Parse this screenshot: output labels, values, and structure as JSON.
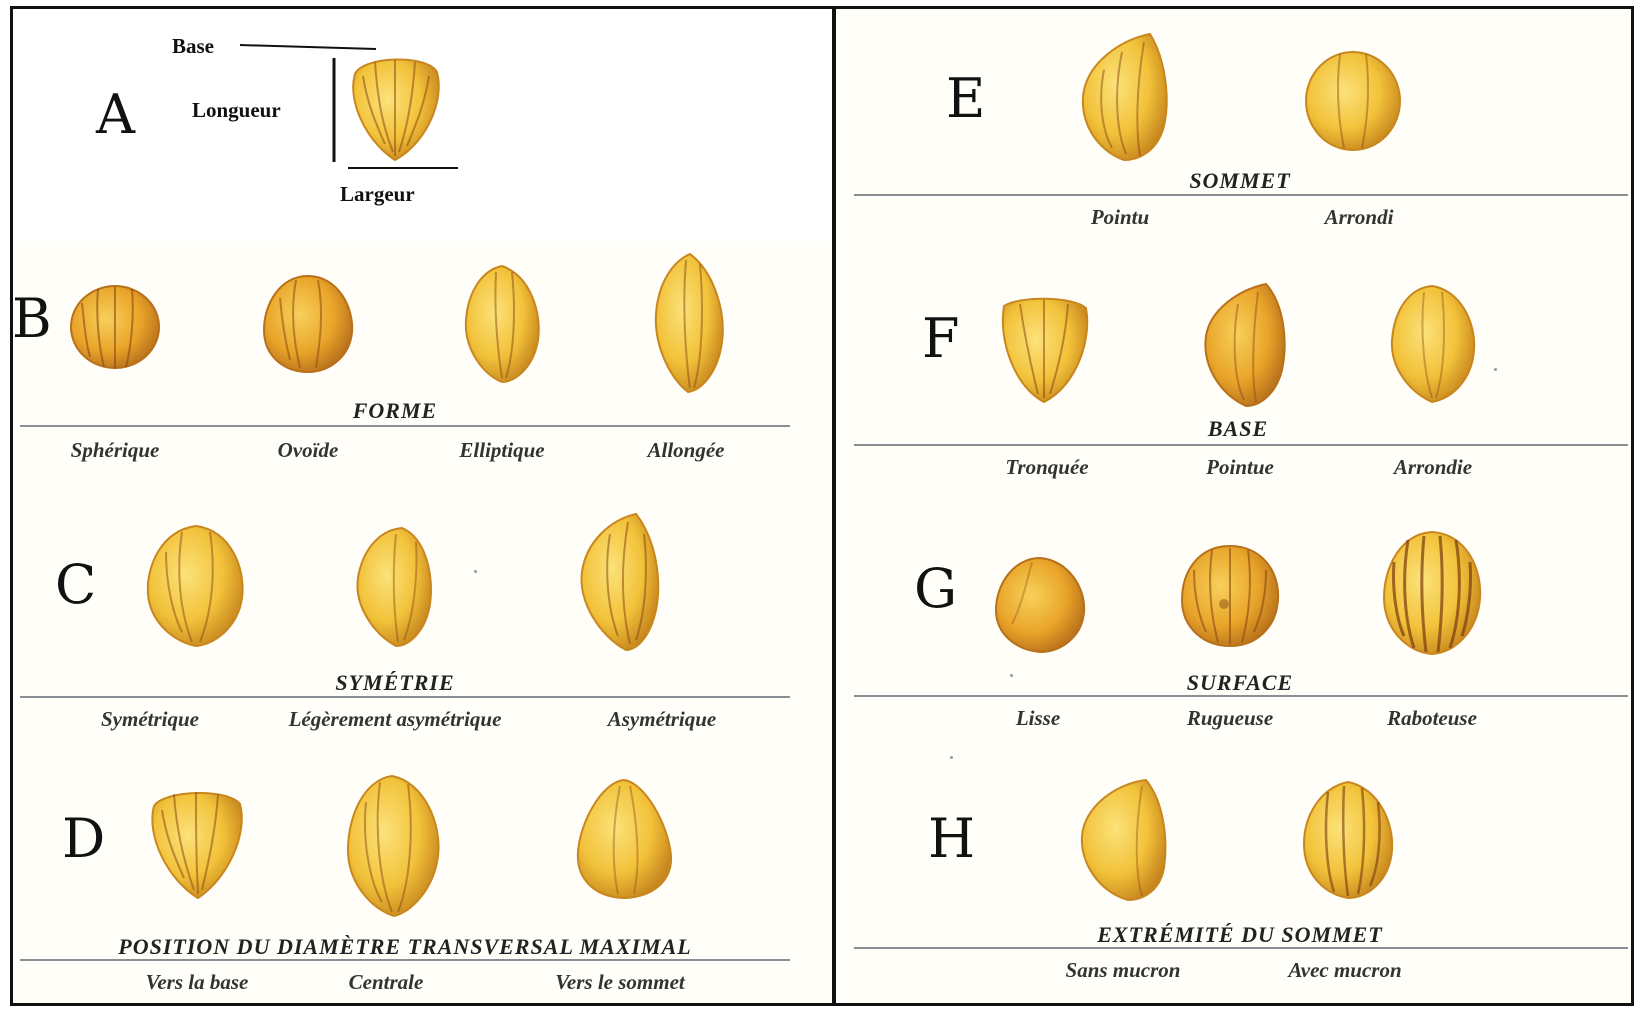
{
  "panels": {
    "A": {
      "letter": "A",
      "labels": {
        "base": "Base",
        "longueur": "Longueur",
        "largeur": "Largeur"
      }
    },
    "B": {
      "letter": "B",
      "heading": "FORME",
      "items": [
        "Sphérique",
        "Ovoïde",
        "Elliptique",
        "Allongée"
      ]
    },
    "C": {
      "letter": "C",
      "heading": "SYMÉTRIE",
      "items": [
        "Symétrique",
        "Légèrement asymétrique",
        "Asymétrique"
      ]
    },
    "D": {
      "letter": "D",
      "heading": "POSITION DU DIAMÈTRE TRANSVERSAL MAXIMAL",
      "items": [
        "Vers la base",
        "Centrale",
        "Vers le sommet"
      ]
    },
    "E": {
      "letter": "E",
      "heading": "SOMMET",
      "items": [
        "Pointu",
        "Arrondi"
      ]
    },
    "F": {
      "letter": "F",
      "heading": "BASE",
      "items": [
        "Tronquée",
        "Pointue",
        "Arrondie"
      ]
    },
    "G": {
      "letter": "G",
      "heading": "SURFACE",
      "items": [
        "Lisse",
        "Rugueuse",
        "Raboteuse"
      ]
    },
    "H": {
      "letter": "H",
      "heading": "EXTRÉMITÉ DU SOMMET",
      "items": [
        "Sans mucron",
        "Avec mucron"
      ]
    }
  },
  "colors": {
    "kernel_fill": "#f2c23a",
    "kernel_light": "#fbe27a",
    "kernel_edge": "#c8871e",
    "kernel_vein": "#8a4a14",
    "rule": "#8a8f95",
    "border": "#111111"
  }
}
